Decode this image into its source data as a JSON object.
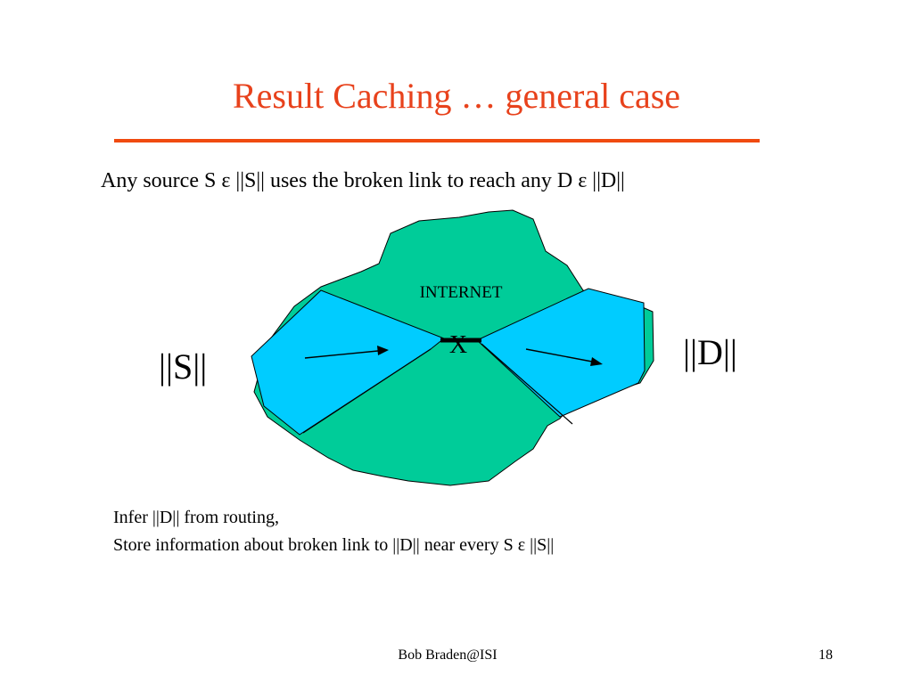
{
  "slide": {
    "title": "Result Caching … general case",
    "subtitle": "Any source S ε ||S|| uses the broken link to reach any D ε ||D||",
    "notes": [
      "Infer ||D|| from routing,",
      "Store information about broken link to ||D|| near every S ε ||S||"
    ]
  },
  "diagram": {
    "cloud_label": "INTERNET",
    "break_mark": "X",
    "source_set_label": "||S||",
    "dest_set_label": "||D||"
  },
  "footer": {
    "author": "Bob Braden@ISI",
    "page_number": "18"
  },
  "colors": {
    "title": "#e8421c",
    "rule": "#f04a10",
    "internet_cloud": "#00cc99",
    "region_fill": "#00ccff",
    "text": "#000000"
  }
}
